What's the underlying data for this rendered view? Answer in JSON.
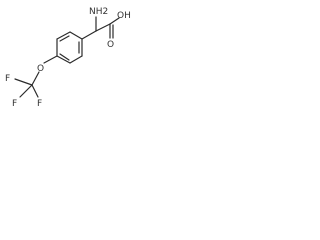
{
  "molecule": {
    "atom_labels": {
      "amine": "NH2",
      "hydroxyl": "OH",
      "carbonyl_oxygen": "O",
      "ether_oxygen": "O",
      "fluorine_top_left": "F",
      "fluorine_bottom_left": "F",
      "fluorine_bottom_right": "F"
    }
  }
}
